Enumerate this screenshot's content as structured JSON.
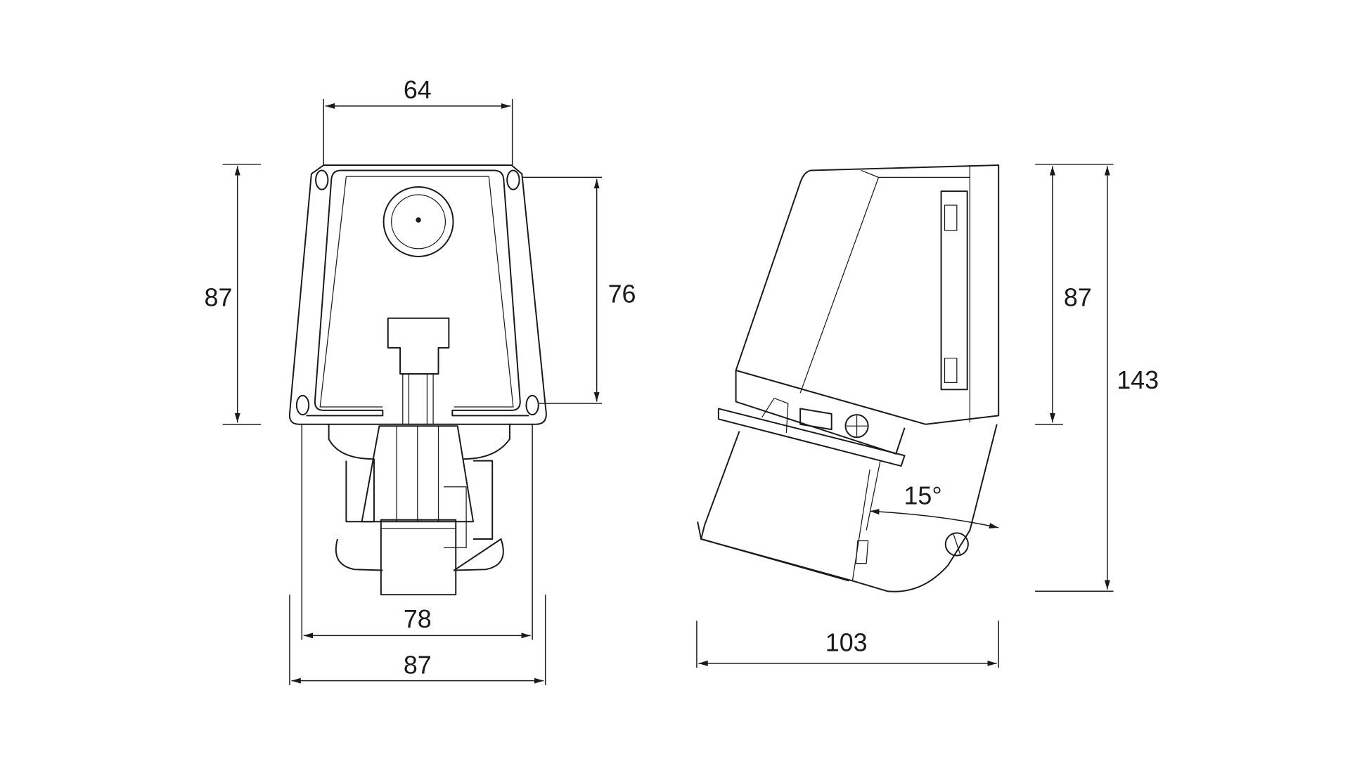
{
  "dimensions": {
    "front_top_width": "64",
    "front_left_height": "87",
    "front_right_height": "76",
    "front_inner_width": "78",
    "front_outer_width": "87",
    "side_height_upper": "87",
    "side_total_height": "143",
    "side_depth": "103",
    "side_angle": "15°"
  }
}
